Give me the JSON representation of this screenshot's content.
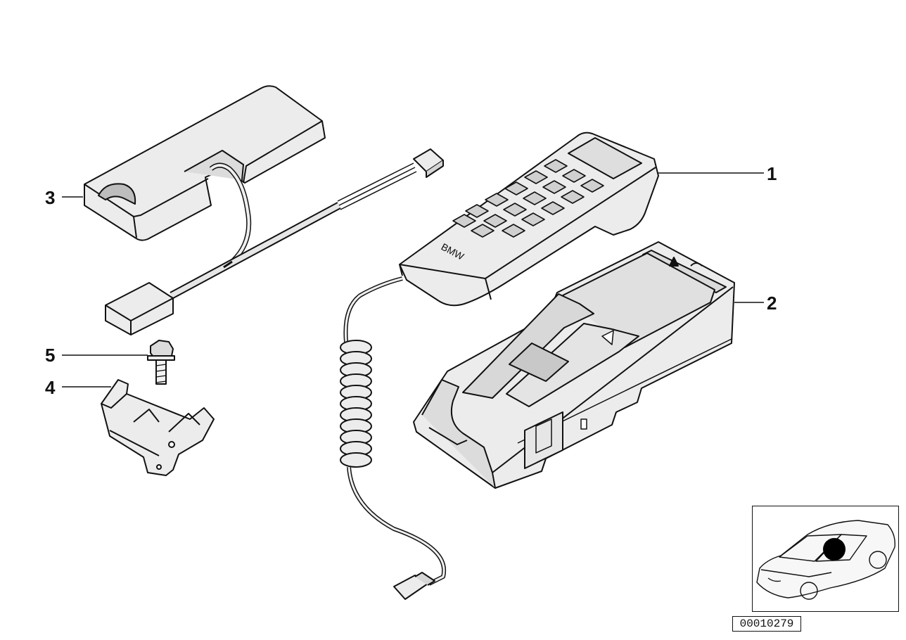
{
  "callouts": {
    "c1": "1",
    "c2": "2",
    "c3": "3",
    "c4": "4",
    "c5": "5"
  },
  "handset_brand": "BMW",
  "reference_number": "00010279",
  "colors": {
    "part_fill": "#e9e9e9",
    "part_fill_dark": "#c9c9c9",
    "line": "#111111",
    "marker": "#000000"
  },
  "icons": [
    "handset-icon",
    "cradle-icon",
    "control-module-icon",
    "bracket-icon",
    "screw-icon",
    "car-location-icon"
  ]
}
